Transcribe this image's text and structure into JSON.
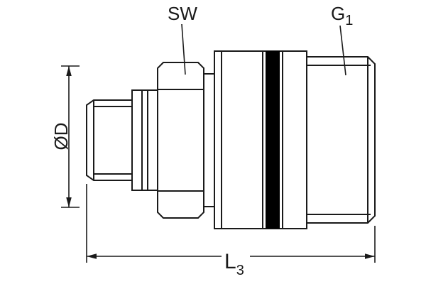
{
  "diagram": {
    "labels": {
      "sw": "SW",
      "g1_base": "G",
      "g1_sub": "1",
      "diameter": "ØD",
      "l3_base": "L",
      "l3_sub": "3"
    },
    "colors": {
      "line": "#1a1a1a",
      "o_ring": "#000000",
      "background": "#ffffff"
    }
  }
}
